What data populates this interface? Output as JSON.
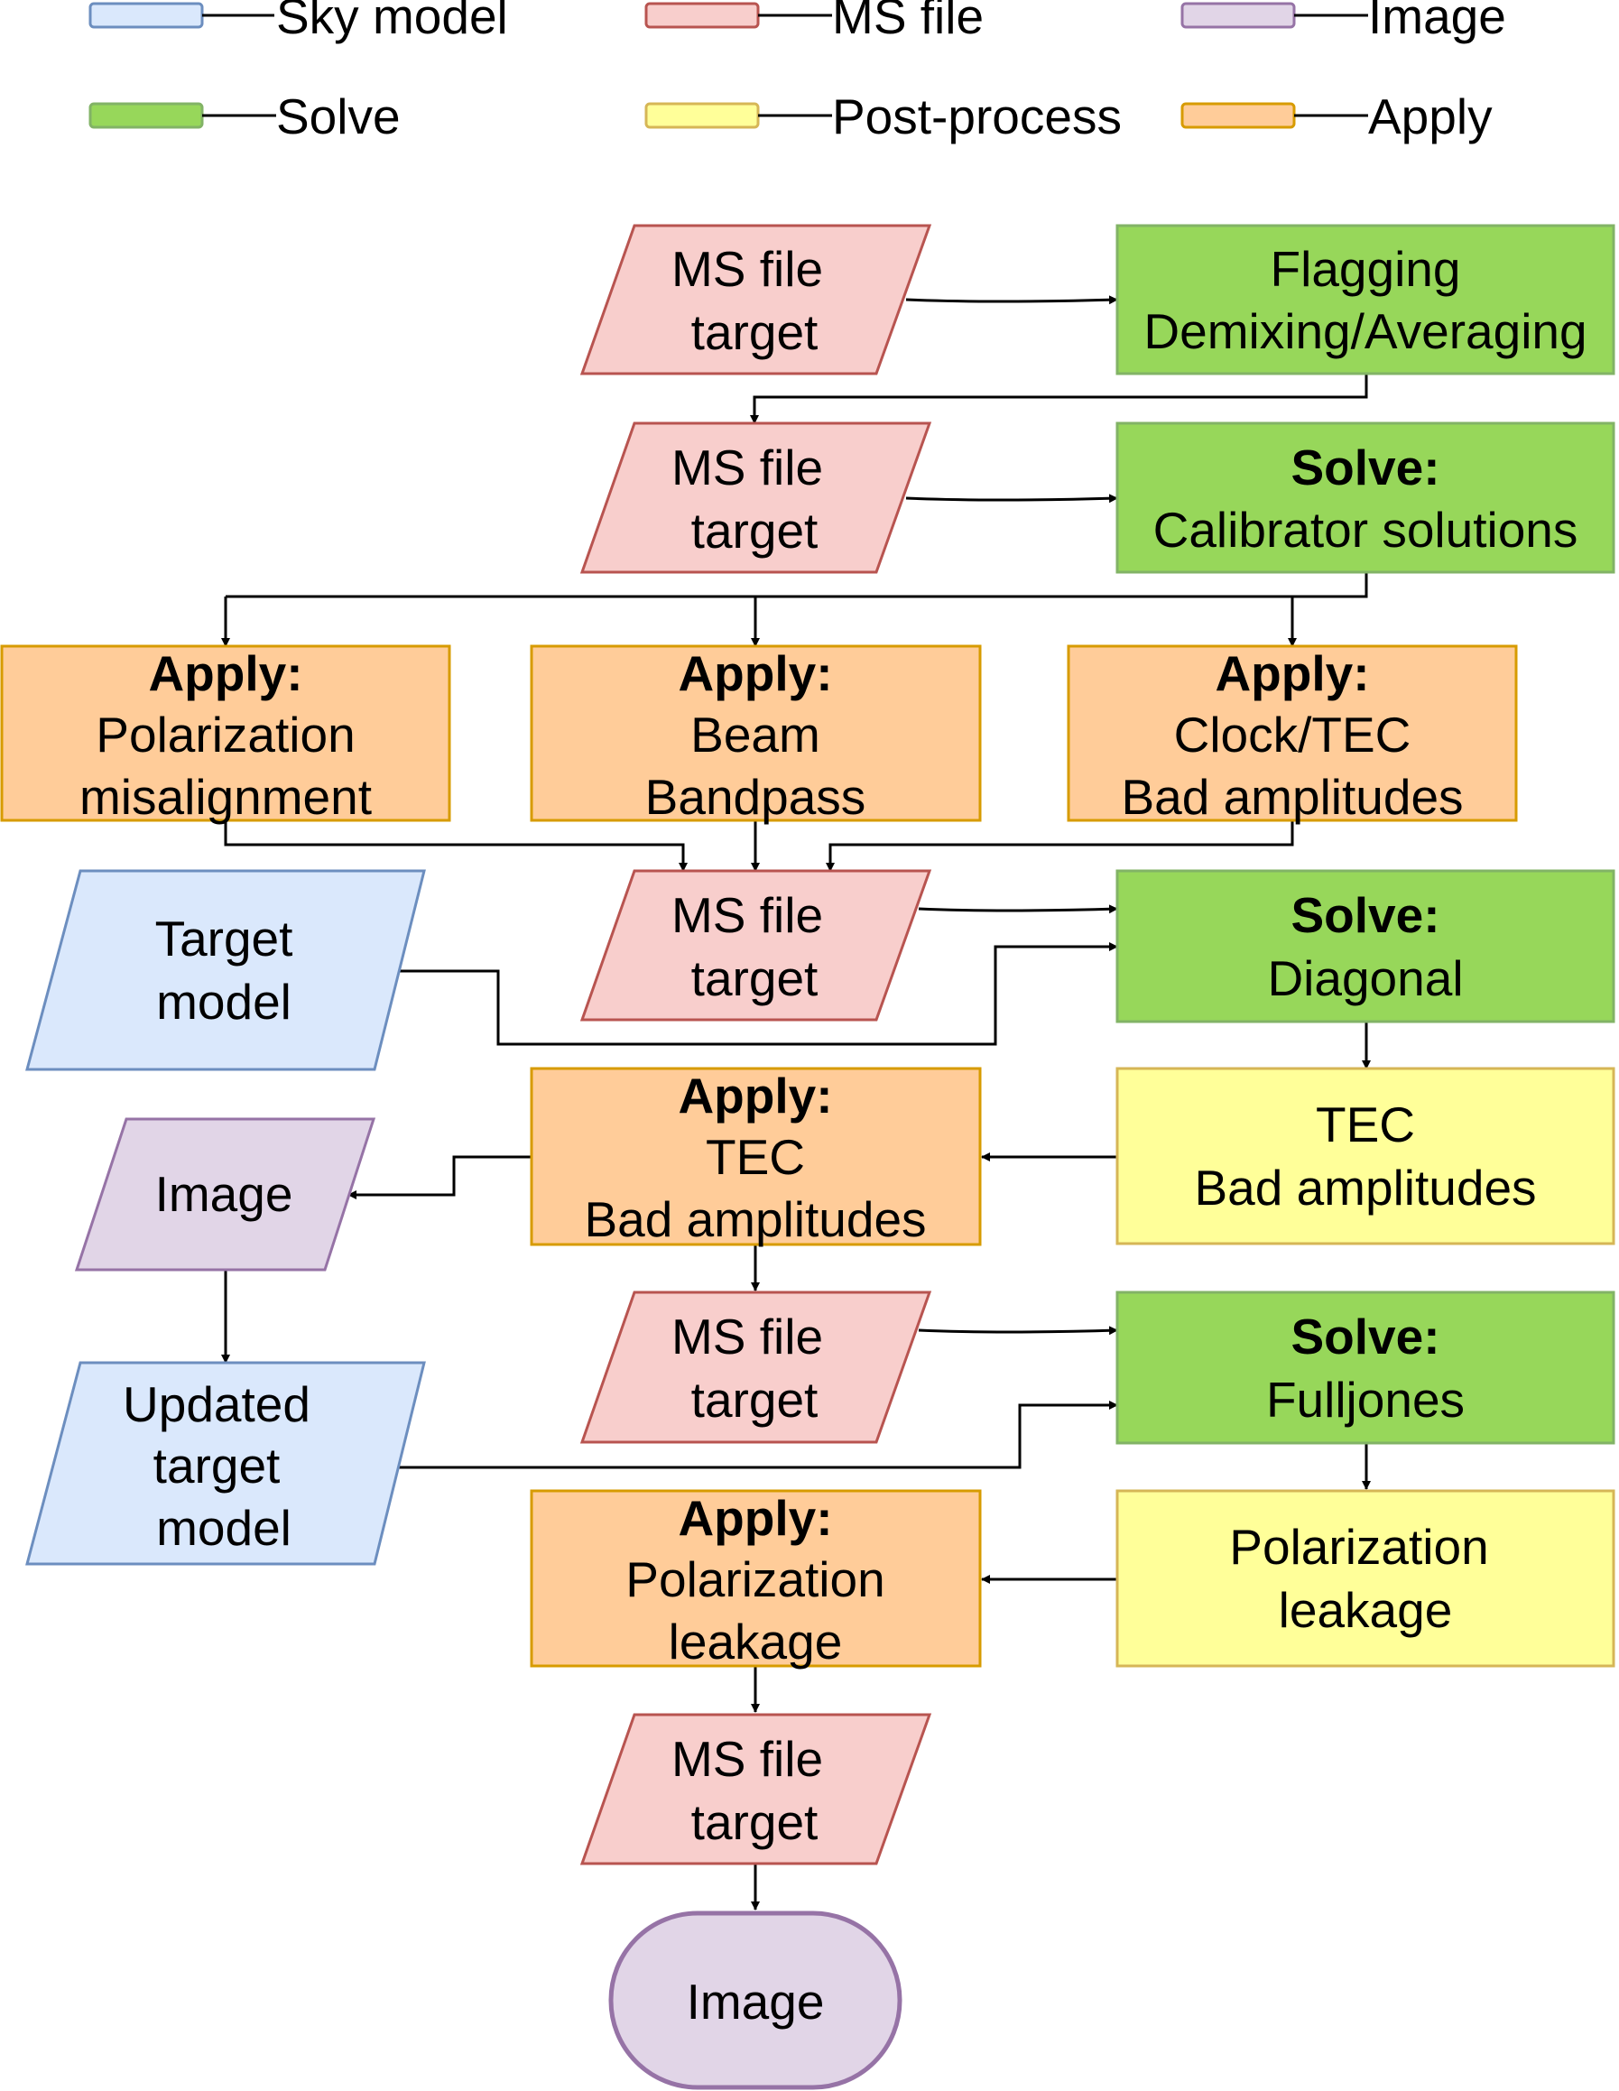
{
  "colors": {
    "sky_model": {
      "fill": "#dae8fc",
      "stroke": "#6c8ebf"
    },
    "ms_file": {
      "fill": "#f8cecc",
      "stroke": "#b85450"
    },
    "image": {
      "fill": "#e1d5e7",
      "stroke": "#9673a6"
    },
    "solve": {
      "fill": "#97d75a",
      "stroke": "#82b366"
    },
    "post_process": {
      "fill": "#ffff99",
      "stroke": "#d6b656"
    },
    "apply": {
      "fill": "#ffcc99",
      "stroke": "#d79b00"
    }
  },
  "legend": {
    "sky_model": "Sky model",
    "ms_file": "MS file",
    "image": "Image",
    "solve": "Solve",
    "post_process": "Post-process",
    "apply": "Apply"
  },
  "nodes": {
    "ms1": {
      "line1": "MS file",
      "line2": "target"
    },
    "flagging": {
      "line1": "Flagging",
      "line2": "Demixing/Averaging"
    },
    "ms2": {
      "line1": "MS file",
      "line2": "target"
    },
    "solve_cal": {
      "title": "Solve:",
      "line1": "Calibrator solutions"
    },
    "apply_pol": {
      "title": "Apply:",
      "line1": "Polarization",
      "line2": "misalignment"
    },
    "apply_beam": {
      "title": "Apply:",
      "line1": "Beam",
      "line2": "Bandpass"
    },
    "apply_clock": {
      "title": "Apply:",
      "line1": "Clock/TEC",
      "line2": "Bad amplitudes"
    },
    "target_model": {
      "line1": "Target",
      "line2": "model"
    },
    "ms3": {
      "line1": "MS file",
      "line2": "target"
    },
    "solve_diag": {
      "title": "Solve:",
      "line1": "Diagonal"
    },
    "apply_tec": {
      "title": "Apply:",
      "line1": "TEC",
      "line2": "Bad amplitudes"
    },
    "pp_tec": {
      "line1": "TEC",
      "line2": "Bad amplitudes"
    },
    "image_mid": {
      "line1": "Image"
    },
    "updated_model": {
      "line1": "Updated",
      "line2": "target",
      "line3": "model"
    },
    "ms4": {
      "line1": "MS file",
      "line2": "target"
    },
    "solve_full": {
      "title": "Solve:",
      "line1": "Fulljones"
    },
    "apply_leak": {
      "title": "Apply:",
      "line1": "Polarization",
      "line2": "leakage"
    },
    "pp_leak": {
      "line1": "Polarization",
      "line2": "leakage"
    },
    "ms5": {
      "line1": "MS file",
      "line2": "target"
    },
    "image_final": {
      "line1": "Image"
    }
  }
}
